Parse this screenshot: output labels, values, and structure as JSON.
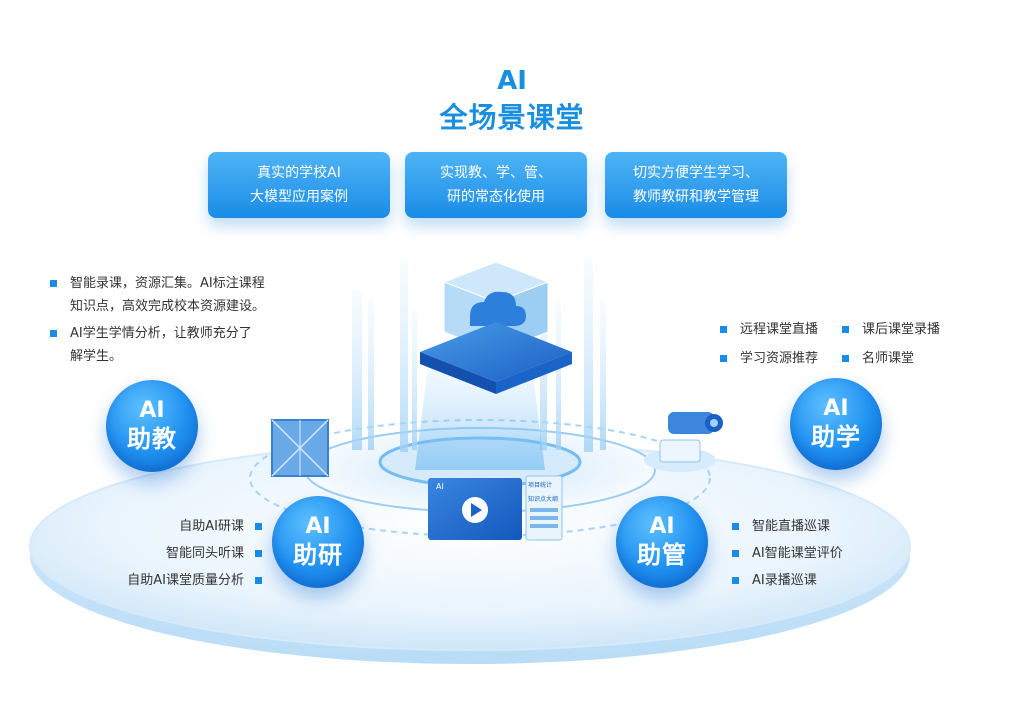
{
  "title": {
    "line1": "AI",
    "line2": "全场景课堂"
  },
  "features": [
    {
      "line1": "真实的学校AI",
      "line2": "大模型应用案例"
    },
    {
      "line1": "实现教、学、管、",
      "line2": "研的常态化使用"
    },
    {
      "line1": "切实方便学生学习、",
      "line2": "教师教研和教学管理"
    }
  ],
  "teach": {
    "circle": {
      "line1": "AI",
      "line2": "助教"
    },
    "bullets": [
      {
        "line1": "智能录课，资源汇集。AI标注课程",
        "line2": "知识点，高效完成校本资源建设。"
      },
      {
        "line1": "AI学生学情分析，让教师充分了",
        "line2": "解学生。"
      }
    ]
  },
  "learn": {
    "circle": {
      "line1": "AI",
      "line2": "助学"
    },
    "bullets": [
      "远程课堂直播",
      "课后课堂录播",
      "学习资源推荐",
      "名师课堂"
    ]
  },
  "research": {
    "circle": {
      "line1": "AI",
      "line2": "助研"
    },
    "bullets": [
      "自助AI研课",
      "智能同头听课",
      "自助AI课堂质量分析"
    ]
  },
  "manage": {
    "circle": {
      "line1": "AI",
      "line2": "助管"
    },
    "bullets": [
      "智能直播巡课",
      "AI智能课堂评价",
      "AI录播巡课"
    ]
  },
  "screen": {
    "label": "AI",
    "side_label_1": "项目统计",
    "side_label_2": "知识点大纲"
  },
  "colors": {
    "accent": "#1a8ce6",
    "title": "#1a8fe0",
    "text": "#333333"
  }
}
